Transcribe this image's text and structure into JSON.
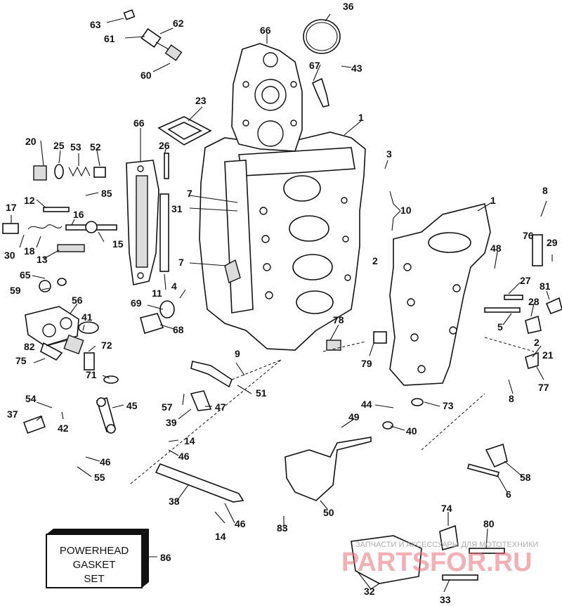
{
  "labels": [
    "1",
    "2",
    "3",
    "4",
    "5",
    "6",
    "7",
    "8",
    "9",
    "10",
    "11",
    "12",
    "13",
    "14",
    "15",
    "16",
    "17",
    "18",
    "20",
    "21",
    "23",
    "25",
    "26",
    "27",
    "28",
    "29",
    "30",
    "31",
    "32",
    "33",
    "36",
    "37",
    "38",
    "39",
    "40",
    "41",
    "42",
    "43",
    "44",
    "45",
    "46",
    "47",
    "48",
    "49",
    "50",
    "51",
    "52",
    "53",
    "54",
    "55",
    "56",
    "57",
    "58",
    "59",
    "60",
    "61",
    "62",
    "63",
    "65",
    "66",
    "67",
    "68",
    "69",
    "71",
    "72",
    "73",
    "74",
    "75",
    "76",
    "77",
    "78",
    "79",
    "80",
    "81",
    "82",
    "83",
    "85",
    "86"
  ],
  "gasket_set": {
    "line1": "POWERHEAD",
    "line2": "GASKET",
    "line3": "SET"
  },
  "watermark": {
    "main": "PARTSFOR.RU",
    "sub": "ЗАПЧАСТИ И АКСЕССУАРЫ ДЛЯ МОТОТЕХНИКИ"
  }
}
